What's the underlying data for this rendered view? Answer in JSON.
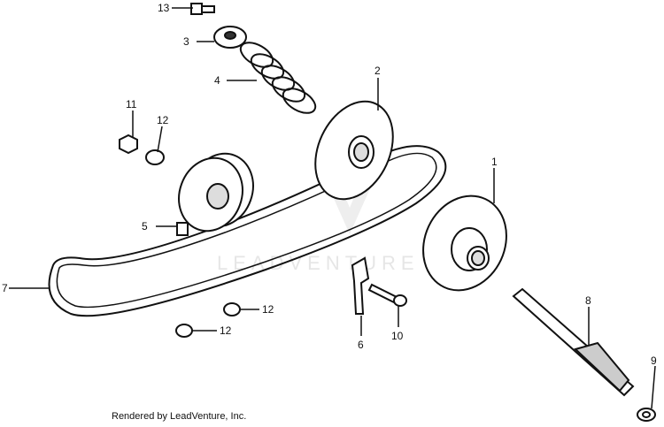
{
  "callouts": [
    {
      "id": "part-1",
      "label": "1"
    },
    {
      "id": "part-2",
      "label": "2"
    },
    {
      "id": "part-3",
      "label": "3"
    },
    {
      "id": "part-4",
      "label": "4"
    },
    {
      "id": "part-5",
      "label": "5"
    },
    {
      "id": "part-6",
      "label": "6"
    },
    {
      "id": "part-7",
      "label": "7"
    },
    {
      "id": "part-8",
      "label": "8"
    },
    {
      "id": "part-9",
      "label": "9"
    },
    {
      "id": "part-10",
      "label": "10"
    },
    {
      "id": "part-11",
      "label": "11"
    },
    {
      "id": "part-12a",
      "label": "12"
    },
    {
      "id": "part-12b",
      "label": "12"
    },
    {
      "id": "part-12c",
      "label": "12"
    },
    {
      "id": "part-13",
      "label": "13"
    }
  ],
  "watermark": "LEADVENTURE",
  "footer": "Rendered by LeadVenture, Inc."
}
